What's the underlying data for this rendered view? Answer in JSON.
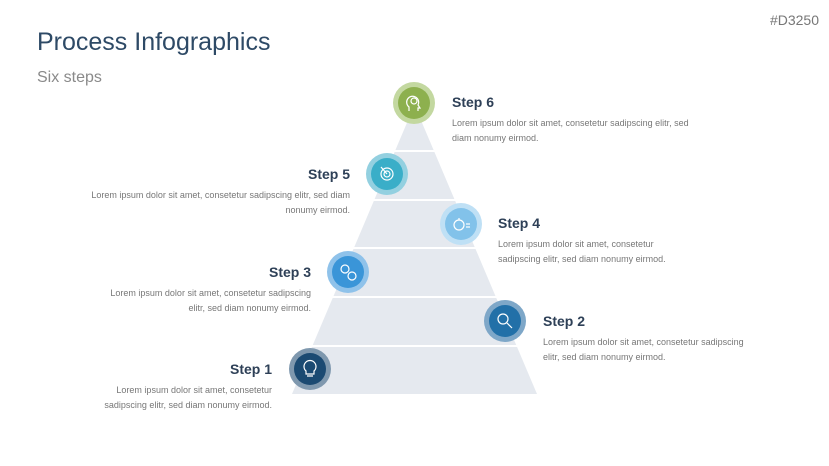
{
  "header": {
    "title": "Process Infographics",
    "subtitle": "Six steps",
    "code": "#D3250"
  },
  "steps": [
    {
      "label": "Step 1",
      "text": "Lorem ipsum dolor sit amet, consetetur sadipscing elitr, sed diam nonumy eirmod.",
      "icon": "lightbulb-icon",
      "color": "#1b4a72",
      "ring": "#7f98ae"
    },
    {
      "label": "Step 2",
      "text": "Lorem ipsum dolor sit amet, consetetur sadipscing elitr, sed diam nonumy eirmod.",
      "icon": "magnifier-icon",
      "color": "#2270a8",
      "ring": "#7ea7c8"
    },
    {
      "label": "Step 3",
      "text": "Lorem ipsum dolor sit amet, consetetur sadipscing elitr, sed diam nonumy eirmod.",
      "icon": "gears-icon",
      "color": "#3a95d8",
      "ring": "#8fc2ea"
    },
    {
      "label": "Step 4",
      "text": "Lorem ipsum dolor sit amet, consetetur sadipscing elitr, sed diam nonumy eirmod.",
      "icon": "stopwatch-icon",
      "color": "#82c2ea",
      "ring": "#bfe0f5"
    },
    {
      "label": "Step 5",
      "text": "Lorem ipsum dolor sit amet, consetetur sadipscing elitr, sed diam nonumy eirmod.",
      "icon": "target-icon",
      "color": "#3aaec8",
      "ring": "#93d0e0"
    },
    {
      "label": "Step 6",
      "text": "Lorem ipsum dolor sit amet, consetetur sadipscing elitr, sed diam nonumy eirmod.",
      "icon": "head-idea-icon",
      "color": "#8db04e",
      "ring": "#c3d8a0"
    }
  ]
}
